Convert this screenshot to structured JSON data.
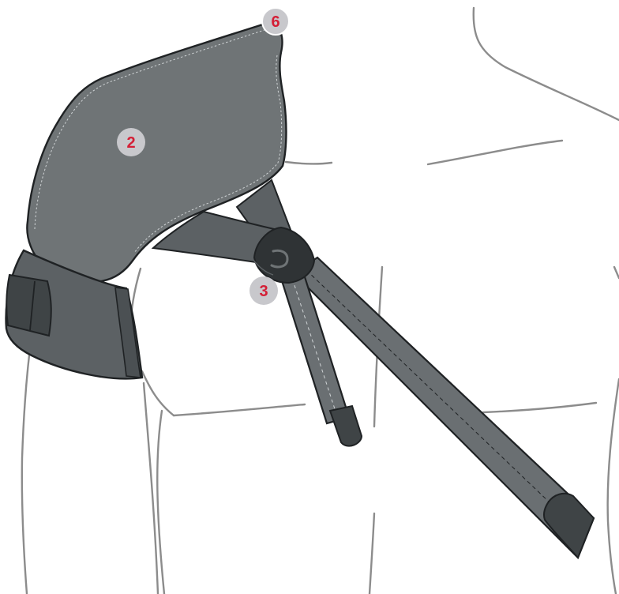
{
  "colors": {
    "brace": "#6f7476",
    "brace_dark": "#4f5457",
    "strap_end": "#3f4446",
    "outline": "#1f2224",
    "body_line": "#8c8c8c",
    "badge_fill": "#c8c8cc",
    "badge_text": "#d41f36"
  },
  "callouts": [
    {
      "id": "callout-6",
      "label": "6"
    },
    {
      "id": "callout-2",
      "label": "2"
    },
    {
      "id": "callout-3",
      "label": "3"
    }
  ]
}
